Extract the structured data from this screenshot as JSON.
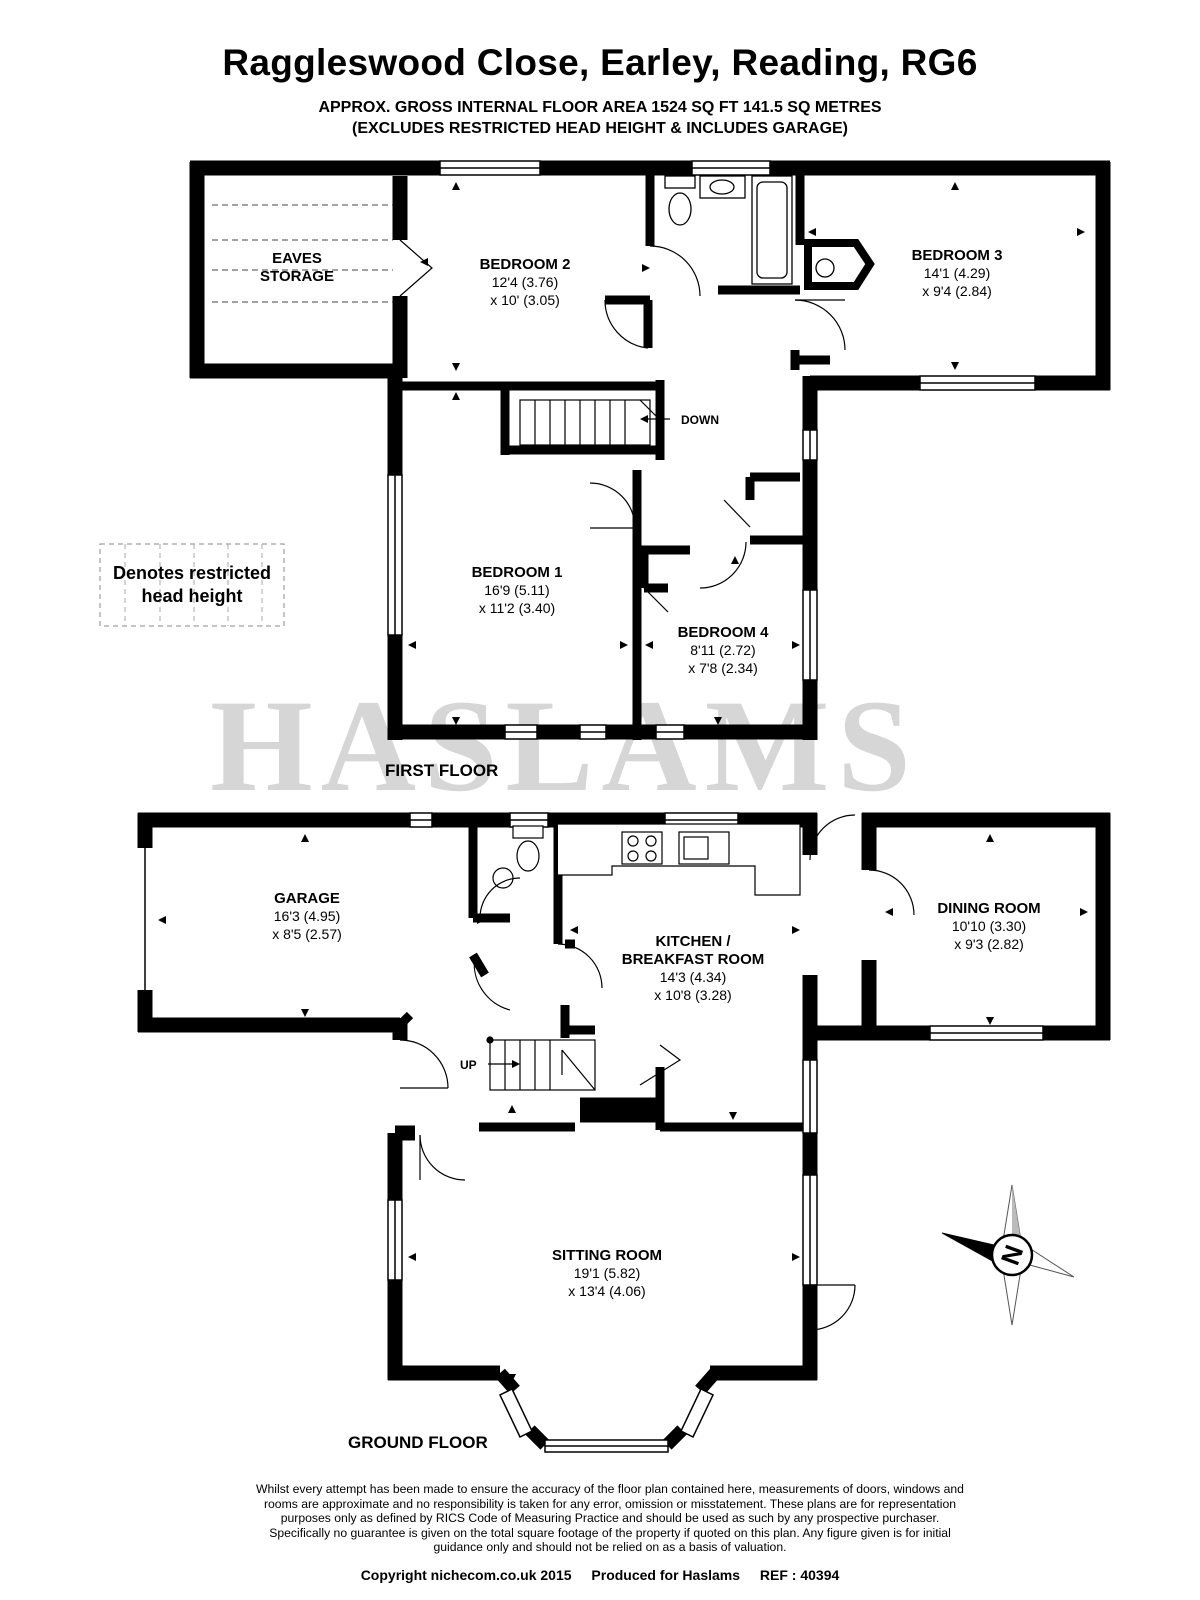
{
  "header": {
    "title": "Raggleswood Close, Earley, Reading, RG6",
    "area_line": "APPROX. GROSS INTERNAL FLOOR AREA 1524 SQ FT 141.5 SQ METRES",
    "note_line": "(EXCLUDES RESTRICTED HEAD HEIGHT & INCLUDES GARAGE)"
  },
  "watermark": "HASLAMS",
  "legend": {
    "line1": "Denotes restricted",
    "line2": "head height"
  },
  "first_floor": {
    "label": "FIRST FLOOR",
    "down_label": "DOWN",
    "rooms": [
      {
        "name": "EAVES",
        "name2": "STORAGE"
      },
      {
        "name": "BEDROOM 2",
        "dim1": "12'4 (3.76)",
        "dim2": "x 10' (3.05)"
      },
      {
        "name": "BEDROOM 3",
        "dim1": "14'1 (4.29)",
        "dim2": "x 9'4 (2.84)"
      },
      {
        "name": "BEDROOM 1",
        "dim1": "16'9 (5.11)",
        "dim2": "x 11'2 (3.40)"
      },
      {
        "name": "BEDROOM 4",
        "dim1": "8'11 (2.72)",
        "dim2": "x 7'8 (2.34)"
      }
    ]
  },
  "ground_floor": {
    "label": "GROUND FLOOR",
    "up_label": "UP",
    "rooms": [
      {
        "name": "GARAGE",
        "dim1": "16'3 (4.95)",
        "dim2": "x 8'5 (2.57)"
      },
      {
        "name": "KITCHEN /",
        "name2": "BREAKFAST ROOM",
        "dim1": "14'3 (4.34)",
        "dim2": "x 10'8 (3.28)"
      },
      {
        "name": "DINING ROOM",
        "dim1": "10'10 (3.30)",
        "dim2": "x 9'3 (2.82)"
      },
      {
        "name": "SITTING ROOM",
        "dim1": "19'1 (5.82)",
        "dim2": "x 13'4 (4.06)"
      }
    ]
  },
  "compass": {
    "letter": "N"
  },
  "disclaimer": [
    "Whilst every attempt has been made to ensure the accuracy of the floor plan contained here, measurements of doors, windows and",
    "rooms are approximate and no responsibility is taken for any error, omission or misstatement. These plans are for representation",
    "purposes only as defined by RICS Code of Measuring Practice and should be used as such by any prospective purchaser.",
    "Specifically no guarantee is given on the total square footage of the property if quoted on this plan. Any figure given is for initial",
    "guidance only and should not be relied on as a basis of valuation."
  ],
  "footer": {
    "copyright": "Copyright nichecom.co.uk 2015",
    "produced": "Produced for Haslams",
    "ref": "REF : 40394"
  }
}
